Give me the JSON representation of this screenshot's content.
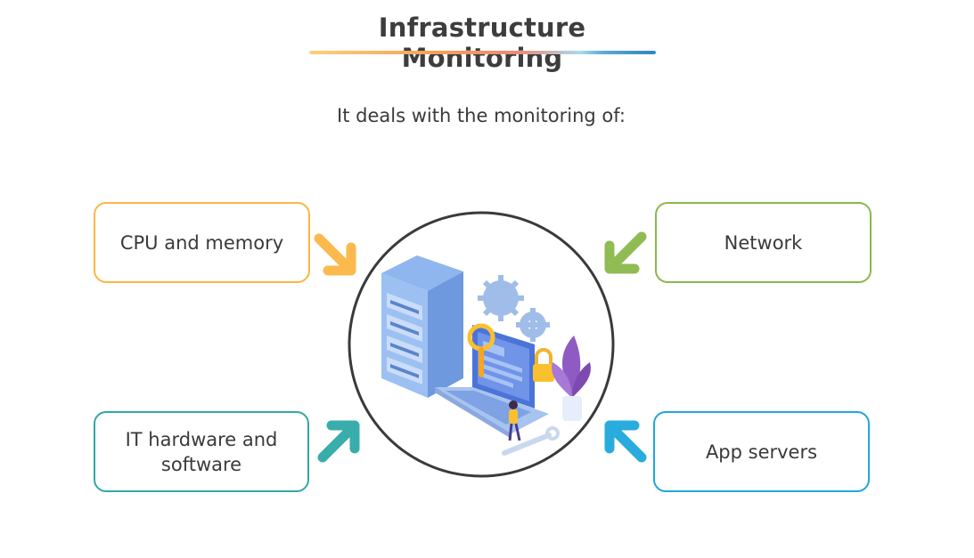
{
  "title": "Infrastructure Monitoring",
  "subtitle": "It deals with the monitoring of:",
  "colors": {
    "title_text": "#3d3d3d",
    "underline": [
      "#fdc56b",
      "#f6a15a",
      "#ee8a78",
      "#7fcfe0",
      "#3c8fc9"
    ],
    "cpu": "#fbb645",
    "network": "#8cb84a",
    "it": "#2fa8a8",
    "app": "#1ea7dc",
    "circle": "#3a3a3a"
  },
  "items": {
    "cpu": {
      "label": "CPU and memory"
    },
    "network": {
      "label": "Network"
    },
    "it": {
      "label": "IT hardware and software"
    },
    "app": {
      "label": "App servers"
    }
  },
  "icons": {
    "hub": "server-laptop-illustration",
    "cpu_arrow": "arrow-down-right-icon",
    "network_arrow": "arrow-down-left-icon",
    "it_arrow": "arrow-up-right-icon",
    "app_arrow": "arrow-up-left-icon"
  }
}
